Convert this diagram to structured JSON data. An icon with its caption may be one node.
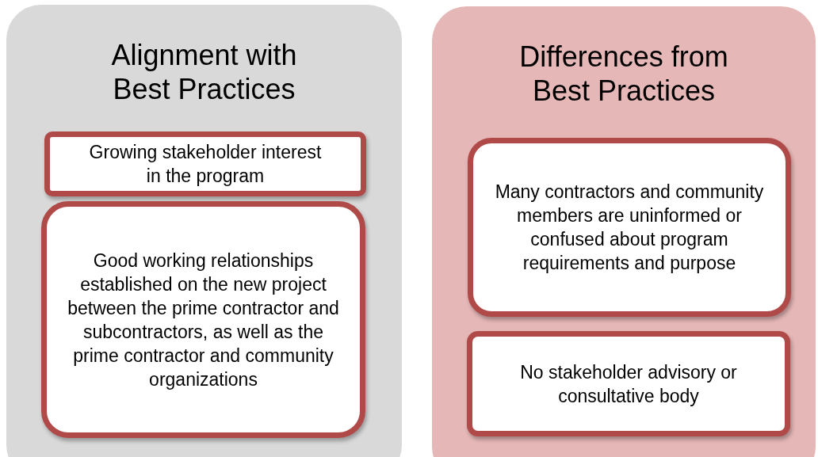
{
  "diagram": {
    "nodes": [
      {
        "text": [
          "Alignment with Best Practices"
        ]
      },
      {
        "text": [
          "Growing stakeholder interest in the program"
        ],
        "in": 0
      },
      {
        "text": [
          "Good working relationships established on the new project between the prime contractor and subcontractors, as well as the prime contractor and community organizations"
        ],
        "in": 0
      },
      {
        "text": [
          "Differences from Best Practices"
        ]
      },
      {
        "text": [
          "Many contractors and community members are uninformed or confused about program requirements and purpose"
        ],
        "in": 3
      },
      {
        "text": [
          "No stakeholder advisory or consultative body"
        ],
        "in": 3
      }
    ]
  }
}
